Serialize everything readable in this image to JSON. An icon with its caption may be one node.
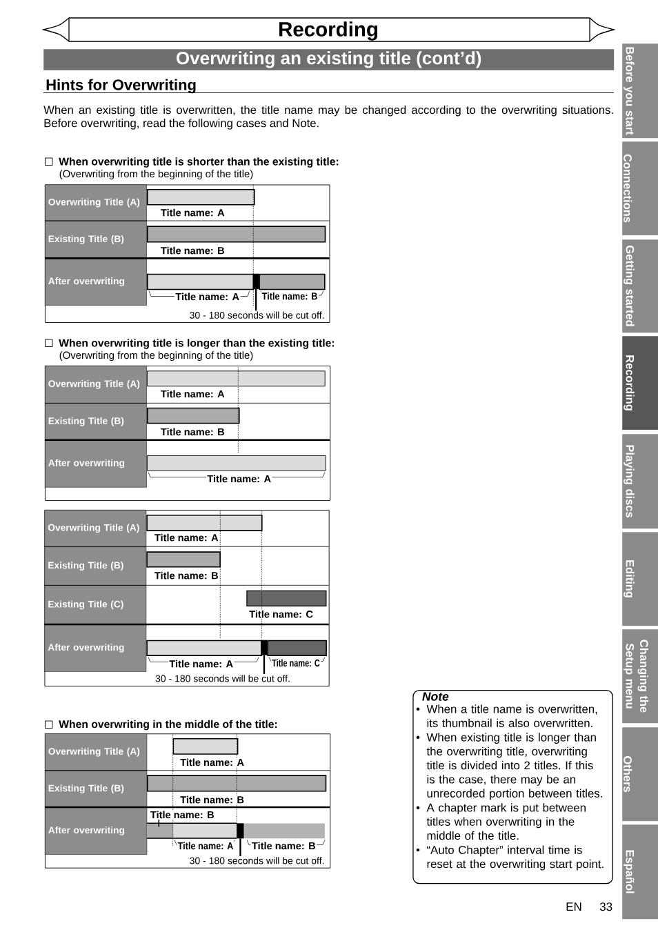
{
  "diagram": {
    "title": "Recording",
    "nodes": [
      {
        "text": [
          "Overwriting an existing title (cont’d)"
        ]
      },
      {
        "text": [],
        "shape": "box"
      },
      {
        "text": [
          "Overwriting Title (A)"
        ],
        "in": 1
      },
      {
        "text": [],
        "shape": "bar",
        "in": 1,
        "beside": [
          "Title name: A"
        ]
      },
      {
        "text": [
          "Existing Title (B)"
        ],
        "in": 1
      },
      {
        "text": [],
        "shape": "bar",
        "in": 1,
        "beside": [
          "Title name: B"
        ]
      },
      {
        "text": [
          "After overwriting"
        ],
        "in": 1
      },
      {
        "text": [],
        "shape": "bar",
        "in": 1,
        "beside": [
          "Title name: A"
        ]
      },
      {
        "text": [],
        "shape": "bar",
        "in": 1
      },
      {
        "text": [],
        "shape": "bar",
        "in": 1,
        "beside": [
          "Title name: B"
        ]
      },
      {
        "text": [
          "30 - 180 seconds will be cut off."
        ],
        "in": 1
      },
      {
        "text": [],
        "shape": "box"
      },
      {
        "text": [
          "Overwriting Title (A)"
        ],
        "in": 11
      },
      {
        "text": [],
        "shape": "bar",
        "in": 11,
        "beside": [
          "Title name: A"
        ]
      },
      {
        "text": [
          "Existing Title (B)"
        ],
        "in": 11
      },
      {
        "text": [],
        "shape": "bar",
        "in": 11,
        "beside": [
          "Title name: B"
        ]
      },
      {
        "text": [
          "After overwriting"
        ],
        "in": 11
      },
      {
        "text": [],
        "shape": "bar",
        "in": 11,
        "beside": [
          "Title name: A"
        ]
      },
      {
        "text": [],
        "shape": "box"
      },
      {
        "text": [
          "Overwriting Title (A)"
        ],
        "in": 18
      },
      {
        "text": [],
        "shape": "bar",
        "in": 18,
        "beside": [
          "Title name: A"
        ]
      },
      {
        "text": [
          "Existing Title (B)"
        ],
        "in": 18
      },
      {
        "text": [],
        "shape": "bar",
        "in": 18,
        "beside": [
          "Title name: B"
        ]
      },
      {
        "text": [
          "Existing Title (C)"
        ],
        "in": 18
      },
      {
        "text": [],
        "shape": "bar",
        "in": 18,
        "beside": [
          "Title name: C"
        ]
      },
      {
        "text": [
          "After overwriting"
        ],
        "in": 18
      },
      {
        "text": [],
        "shape": "bar",
        "in": 18,
        "beside": [
          "Title name: A"
        ]
      },
      {
        "text": [],
        "shape": "bar",
        "in": 18
      },
      {
        "text": [],
        "shape": "bar",
        "in": 18,
        "beside": [
          "Title name: C"
        ]
      },
      {
        "text": [
          "30 - 180 seconds will be cut off."
        ],
        "in": 18
      },
      {
        "text": [],
        "shape": "box"
      },
      {
        "text": [
          "Overwriting Title (A)"
        ],
        "in": 30
      },
      {
        "text": [],
        "shape": "bar",
        "in": 30,
        "beside": [
          "Title name: A"
        ]
      },
      {
        "text": [
          "Existing Title (B)"
        ],
        "in": 30
      },
      {
        "text": [],
        "shape": "bar",
        "in": 30,
        "beside": [
          "Title name: B"
        ]
      },
      {
        "text": [
          "After overwriting"
        ],
        "in": 30
      },
      {
        "text": [],
        "shape": "bar",
        "in": 30,
        "beside": [
          "Title name: B"
        ]
      },
      {
        "text": [],
        "shape": "bar",
        "in": 30,
        "beside": [
          "Title name: A"
        ]
      },
      {
        "text": [],
        "shape": "bar",
        "in": 30
      },
      {
        "text": [],
        "shape": "bar",
        "in": 30,
        "beside": [
          "Title name: B"
        ]
      },
      {
        "text": [
          "30 - 180 seconds will be cut off."
        ],
        "in": 30
      },
      {
        "text": [
          "Note",
          "When a title name is overwritten, its thumbnail is also overwritten.",
          "When existing title is longer than the overwriting title, overwriting title is divided into 2 titles. If this is the case, there may be an unrecorded portion between titles.",
          "A chapter mark is put between titles when overwriting in the middle of the title.",
          "“Auto Chapter” interval time is reset at the overwriting start point."
        ]
      },
      {
        "text": [
          "Before you start"
        ]
      },
      {
        "text": [
          "Connections"
        ]
      },
      {
        "text": [
          "Getting started"
        ]
      },
      {
        "text": [
          "Recording"
        ]
      },
      {
        "text": [
          "Playing discs"
        ]
      },
      {
        "text": [
          "Editing"
        ]
      },
      {
        "text": [
          "Changing the Setup menu"
        ]
      },
      {
        "text": [
          "Others"
        ]
      },
      {
        "text": [
          "Español"
        ]
      }
    ],
    "edges": [
      {
        "from": 10,
        "to": 8,
        "arrow": "none"
      },
      {
        "from": 29,
        "to": 27,
        "arrow": "none"
      },
      {
        "from": 40,
        "to": 38,
        "arrow": "none"
      }
    ],
    "labels": [
      "Hints for Overwriting",
      "When an existing title is overwritten, the title name may be changed according to the overwriting situations. Before overwriting, read the following cases and Note.",
      "When overwriting title is shorter than the existing title:",
      "(Overwriting from the beginning of the title)",
      "When overwriting title is longer than the existing title:",
      "(Overwriting from the beginning of the title)",
      "When overwriting in the middle of the title:",
      "EN",
      "33"
    ]
  }
}
